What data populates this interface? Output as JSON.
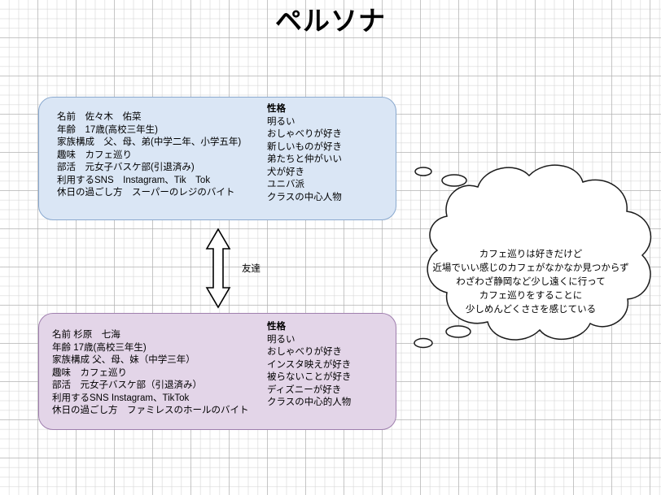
{
  "page": {
    "title": "ペルソナ"
  },
  "personas": [
    {
      "id": "persona-1",
      "fill_color": "#dae6f5",
      "border_color": "#8aa9cf",
      "attributes": [
        "名前　佐々木　佑菜",
        "年齢　17歳(高校三年生)",
        "家族構成　父、母、弟(中学二年、小学五年)",
        "趣味　カフェ巡り",
        "部活　元女子バスケ部(引退済み)",
        "利用するSNS　Instagram、Tik　Tok",
        "休日の過ごし方　スーパーのレジのバイト"
      ],
      "traits_heading": "性格",
      "traits": [
        "明るい",
        "おしゃべりが好き",
        "新しいものが好き",
        "弟たちと仲がいい",
        "犬が好き",
        "ユニバ派",
        "クラスの中心人物"
      ]
    },
    {
      "id": "persona-2",
      "fill_color": "#e3d5e8",
      "border_color": "#9f7fae",
      "attributes": [
        "名前 杉原　七海",
        "年齢 17歳(高校三年生)",
        "家族構成 父、母、妹（中学三年）",
        "趣味　カフェ巡り",
        "部活　元女子バスケ部（引退済み）",
        "利用するSNS Instagram、TikTok",
        "休日の過ごし方　ファミレスのホールのバイト"
      ],
      "traits_heading": "性格",
      "traits": [
        "明るい",
        "おしゃべりが好き",
        "インスタ映えが好き",
        "被らないことが好き",
        "ディズニーが好き",
        "クラスの中心的人物"
      ]
    }
  ],
  "connector": {
    "label": "友達",
    "icon": "double-headed-arrow-icon"
  },
  "thought_cloud": {
    "lines": [
      "カフェ巡りは好きだけど",
      "近場でいい感じのカフェがなかなか見つからず",
      "わざわざ静岡など少し遠くに行って",
      "カフェ巡りをすることに",
      "少しめんどくささを感じている"
    ]
  }
}
